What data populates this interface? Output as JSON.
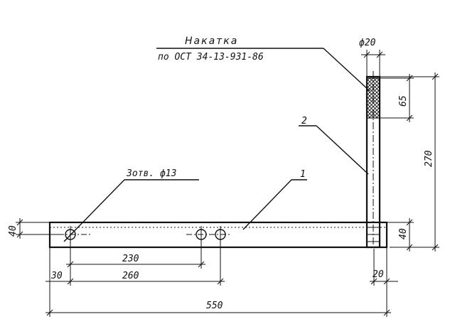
{
  "labels": {
    "knurl_title": "Накатка",
    "knurl_standard": "по ОСТ 34-13-931-86",
    "holes_note": "3отв. ф13",
    "part_1": "1",
    "part_2": "2",
    "rod_dia": "ф20",
    "dim_65": "65",
    "dim_270": "270",
    "dim_40_right": "40",
    "dim_40_left": "40",
    "dim_230": "230",
    "dim_260": "260",
    "dim_30": "30",
    "dim_20": "20",
    "dim_550": "550"
  }
}
